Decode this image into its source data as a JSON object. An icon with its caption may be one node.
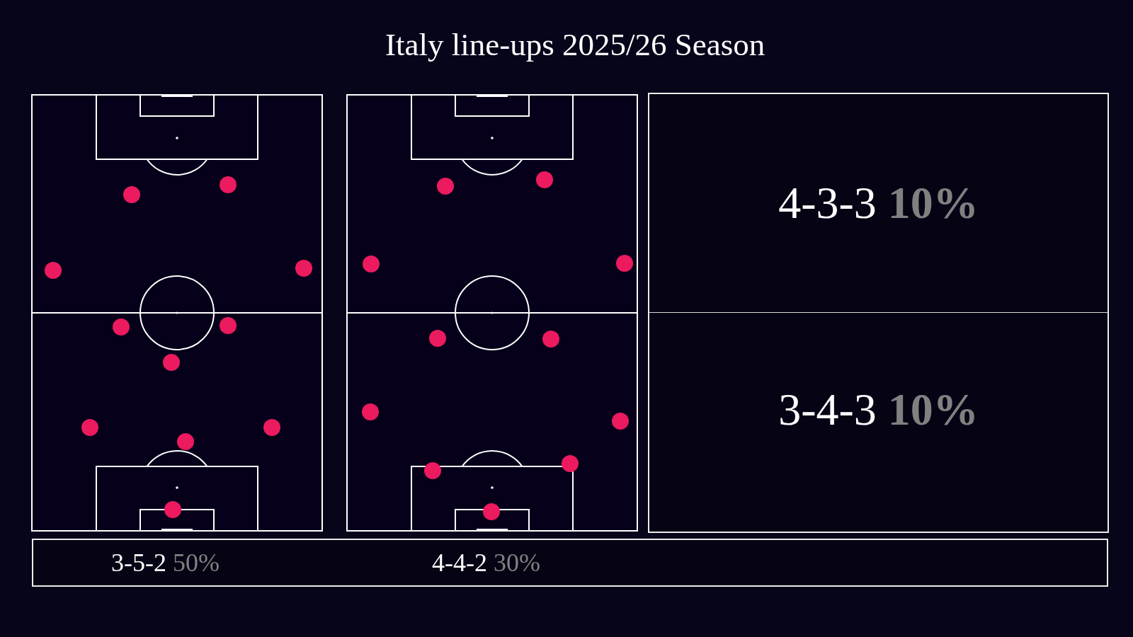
{
  "diagram": {
    "title": "Italy line-ups 2025/26 Season",
    "nodes": [
      {
        "text": [],
        "shape": "box"
      },
      {
        "text": [
          "4-3-3",
          "10%"
        ],
        "in": 0
      },
      {
        "text": [
          "3-4-3",
          "10%"
        ],
        "in": 0
      },
      {
        "text": [
          "3-5-2",
          "50%",
          "4-4-2",
          "30%"
        ]
      }
    ]
  }
}
